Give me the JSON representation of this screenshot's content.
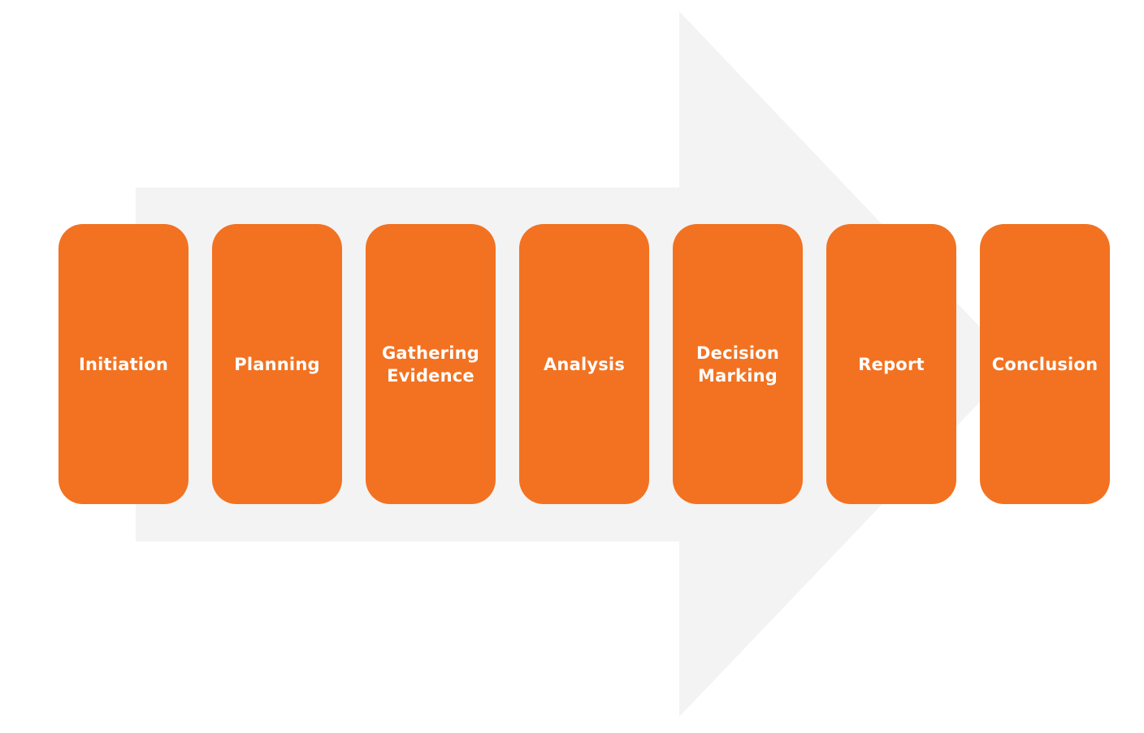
{
  "colors": {
    "step_fill": "#F27221",
    "arrow_fill": "#F3F3F3",
    "label_text": "#FFFFFF"
  },
  "steps": [
    {
      "label": "Initiation"
    },
    {
      "label": "Planning"
    },
    {
      "label": "Gathering\nEvidence"
    },
    {
      "label": "Analysis"
    },
    {
      "label": "Decision\nMarking"
    },
    {
      "label": "Report"
    },
    {
      "label": "Conclusion"
    }
  ]
}
